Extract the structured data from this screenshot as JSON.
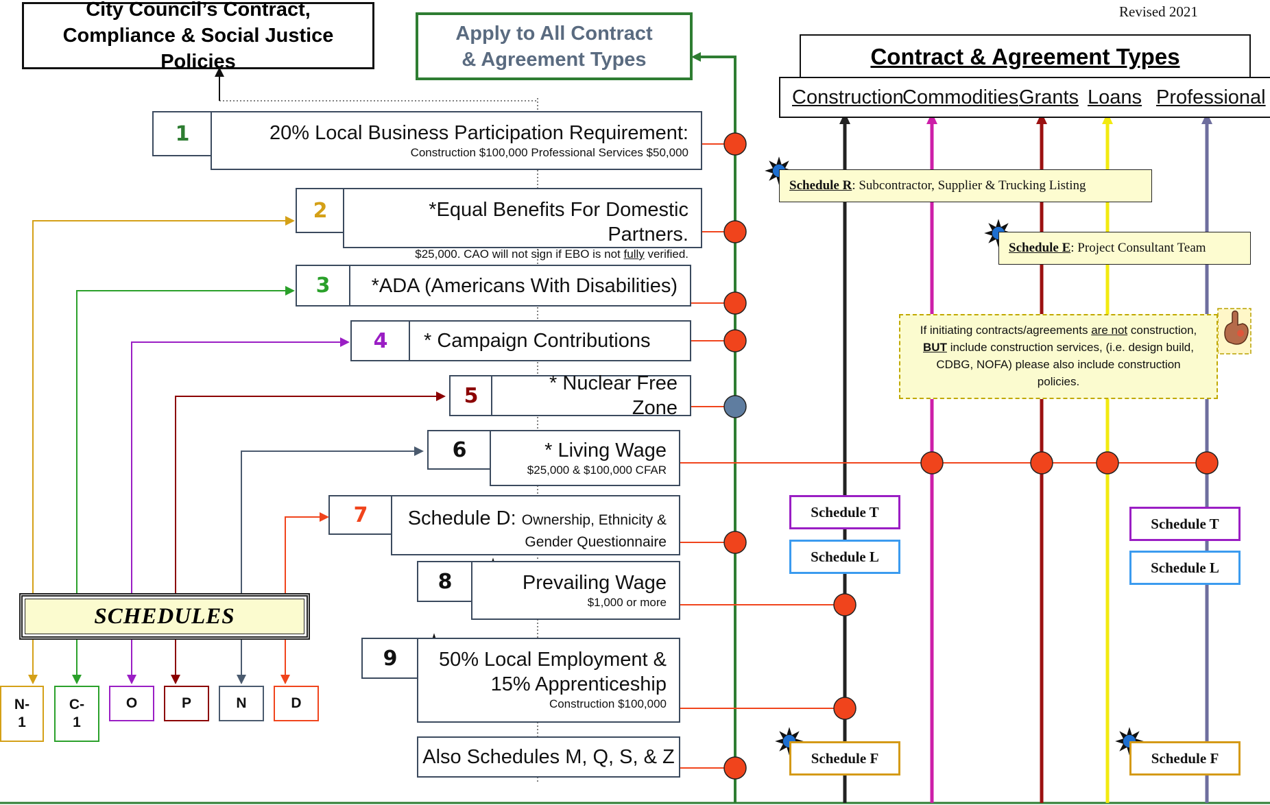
{
  "revised": "Revised 2021",
  "council_box": {
    "title": "City Council’s Contract, Compliance & Social Justice Policies"
  },
  "apply_box": {
    "title": "Apply to All Contract & Agreement Types"
  },
  "types_header": {
    "title": "Contract & Agreement Types",
    "types": [
      "Construction",
      "Commodities",
      "Grants",
      "Loans",
      "Professional"
    ],
    "line_colors": [
      "#222222",
      "#cc1fa8",
      "#9b1111",
      "#f2ea10",
      "#6e6e9e"
    ]
  },
  "policies": [
    {
      "number": "1",
      "color": "#2e7d32",
      "title": "20% Local Business Participation Requirement:",
      "detail": "Construction $100,000 Professional Services $50,000"
    },
    {
      "number": "2",
      "color": "#d4a017",
      "title": "*Equal Benefits For Domestic Partners.",
      "detail_pre": "$25,000.  CAO will not sign if EBO is not ",
      "detail_u": "fully",
      "detail_post": " verified."
    },
    {
      "number": "3",
      "color": "#2aa02a",
      "title": "*ADA (Americans With Disabilities)"
    },
    {
      "number": "4",
      "color": "#9a1ec4",
      "title": "* Campaign Contributions"
    },
    {
      "number": "5",
      "color": "#8b0000",
      "title": "* Nuclear Free Zone"
    },
    {
      "number": "6",
      "color": "#111111",
      "title": "* Living Wage",
      "detail": "$25,000 &  $100,000 CFAR"
    },
    {
      "number": "7",
      "color": "#f0441c",
      "title_lead": "Schedule D: ",
      "title_rest": "Ownership, Ethnicity &",
      "title_line2": "Gender Questionnaire"
    },
    {
      "number": "8",
      "color": "#111111",
      "title": "Prevailing Wage",
      "detail": "$1,000 or more"
    },
    {
      "number": "9",
      "color": "#111111",
      "title": "50% Local Employment &",
      "title_line2": "15% Apprenticeship",
      "detail": "Construction $100,000"
    }
  ],
  "also_schedules": "Also Schedules M, Q, S, & Z",
  "schedules_label": "SCHEDULES",
  "schedule_letters": [
    {
      "label": "N-\n1",
      "color": "#d4a017"
    },
    {
      "label": "C-\n1",
      "color": "#2aa02a"
    },
    {
      "label": "O",
      "color": "#9a1ec4"
    },
    {
      "label": "P",
      "color": "#8b0000"
    },
    {
      "label": "N",
      "color": "#4a5a6e"
    },
    {
      "label": "D",
      "color": "#f0441c"
    }
  ],
  "schedule_r": {
    "name": "Schedule R",
    "text": ": Subcontractor, Supplier & Trucking Listing"
  },
  "schedule_e": {
    "name": "Schedule E",
    "text": ": Project Consultant Team"
  },
  "construction_note": {
    "line1_pre": "If initiating contracts/agreements ",
    "line1_u": "are not",
    "line1_post": " construction,",
    "line2_b": "BUT",
    "line2_post": " include construction services, (i.e. design build,",
    "line3": "CDBG, NOFA) please also include construction",
    "line4": "policies."
  },
  "schedule_boxes": {
    "t": "Schedule T",
    "l": "Schedule L",
    "f": "Schedule F",
    "t_color": "#9a1ec4",
    "l_color": "#3b9bef",
    "f_color": "#d49a17"
  }
}
